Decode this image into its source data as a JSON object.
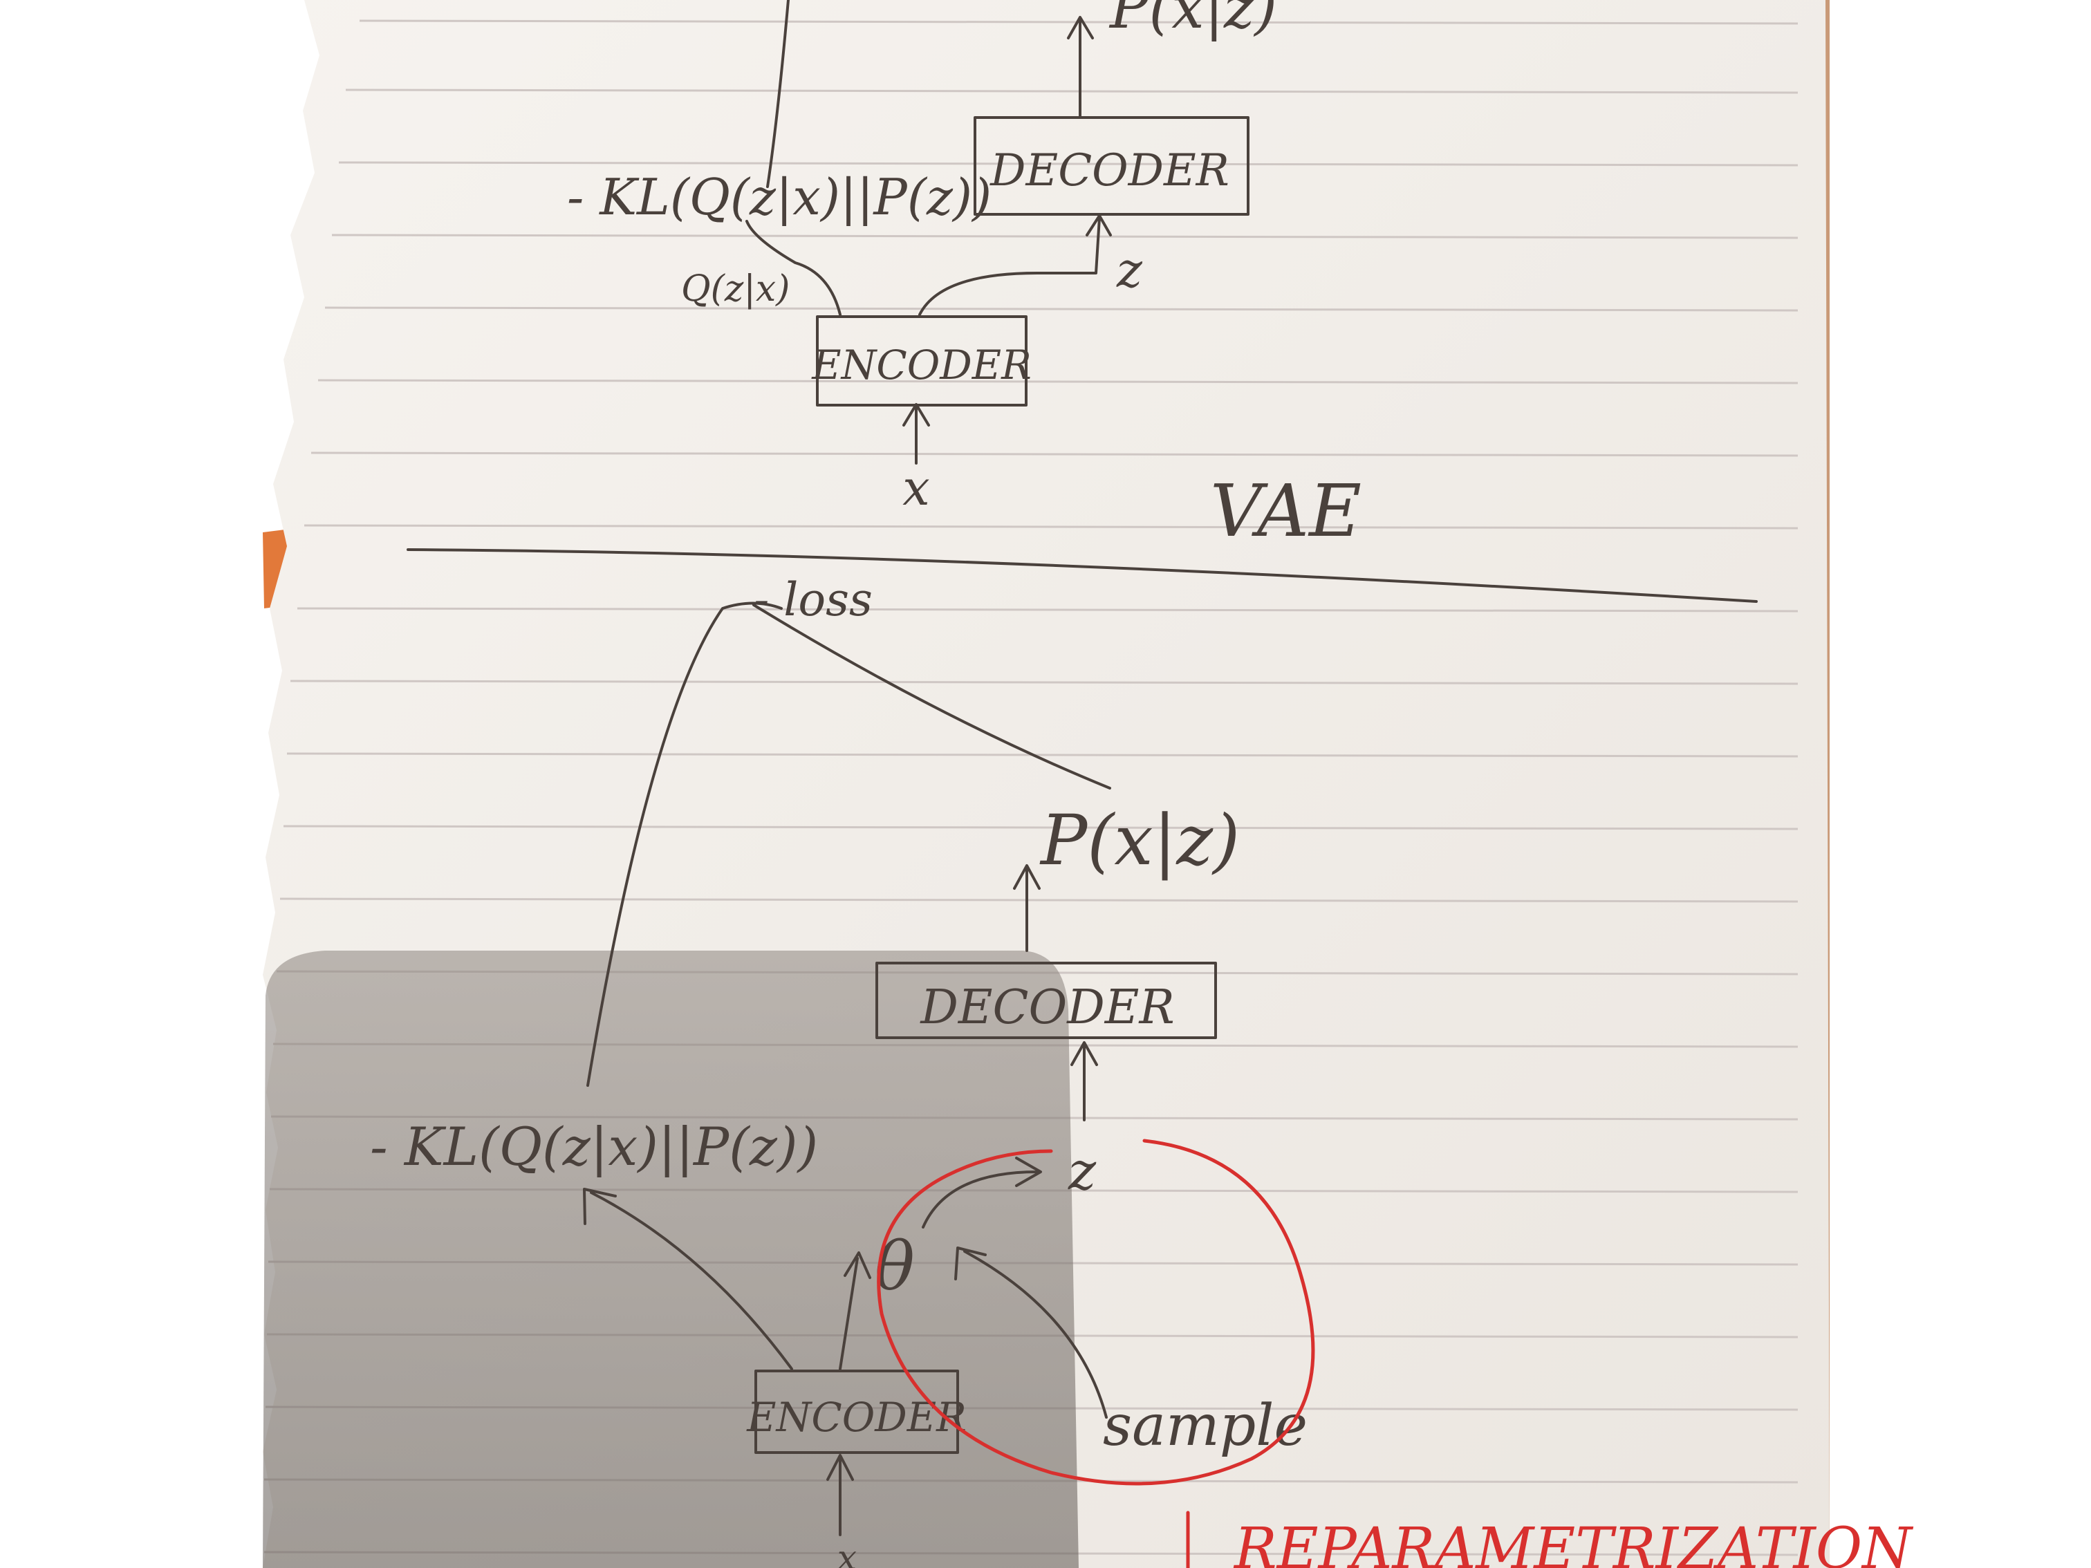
{
  "top_diagram": {
    "output_label": "P(x|z)",
    "decoder_label": "DECODER",
    "kl_label": "- KL(Q(z|x)||P(z))",
    "q_label": "Q(z|x)",
    "z_label": "z",
    "encoder_label": "ENCODER",
    "input_label": "x",
    "title": "VAE"
  },
  "bottom_diagram": {
    "loss_label": "- loss",
    "output_label": "P(x|z)",
    "decoder_label": "DECODER",
    "kl_label": "- KL(Q(z|x)||P(z))",
    "z_label": "z",
    "theta_label": "θ",
    "sample_label": "sample",
    "encoder_label": "ENCODER",
    "input_label": "x",
    "annotation_red": "REPARAMETRIZATION"
  },
  "colors": {
    "paper": "#f3f0ec",
    "ink": "#4a413c",
    "red_ink": "#d8302e",
    "background": "#ffffff",
    "desk_edge": "#c99a78",
    "orange_tab": "#e2793a",
    "shadow": "#6d6560"
  }
}
